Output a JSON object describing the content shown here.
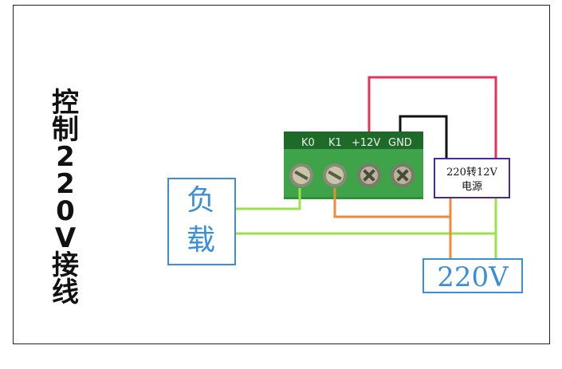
{
  "title_chars": [
    "控",
    "制",
    "2",
    "2",
    "0",
    "V",
    "接",
    "线"
  ],
  "terminal": {
    "labels": [
      "K0",
      "K1",
      "+12V",
      "GND"
    ],
    "board_color": "#2f8f3a"
  },
  "load_box": {
    "line1": "负",
    "line2": "载"
  },
  "psu_box": {
    "line1": "220转12V",
    "line2": "电源"
  },
  "mains_box": {
    "label": "220V"
  },
  "colors": {
    "red_wire": "#e8315a",
    "black_wire": "#111111",
    "green_wire": "#9be24a",
    "orange_wire": "#f08a3a",
    "blue_box": "#3a8fd6",
    "purple_box": "#4a2a8a"
  }
}
